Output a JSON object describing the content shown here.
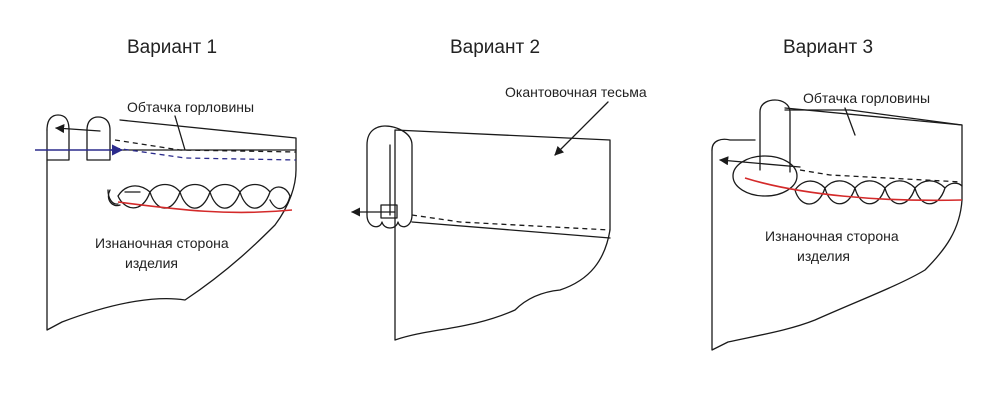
{
  "variants": [
    {
      "title": "Вариант 1",
      "labels": {
        "facing": "Обтачка горловины",
        "wrong_side_line1": "Изнаночная сторона",
        "wrong_side_line2": "изделия"
      }
    },
    {
      "title": "Вариант 2",
      "labels": {
        "binding": "Окантовочная тесьма"
      }
    },
    {
      "title": "Вариант 3",
      "labels": {
        "facing": "Обтачка горловины",
        "wrong_side_line1": "Изнаночная сторона",
        "wrong_side_line2": "изделия"
      }
    }
  ],
  "colors": {
    "stitch_red": "#d42a2a",
    "stitch_blue": "#2b2b8c",
    "outline": "#1a1a1a"
  }
}
